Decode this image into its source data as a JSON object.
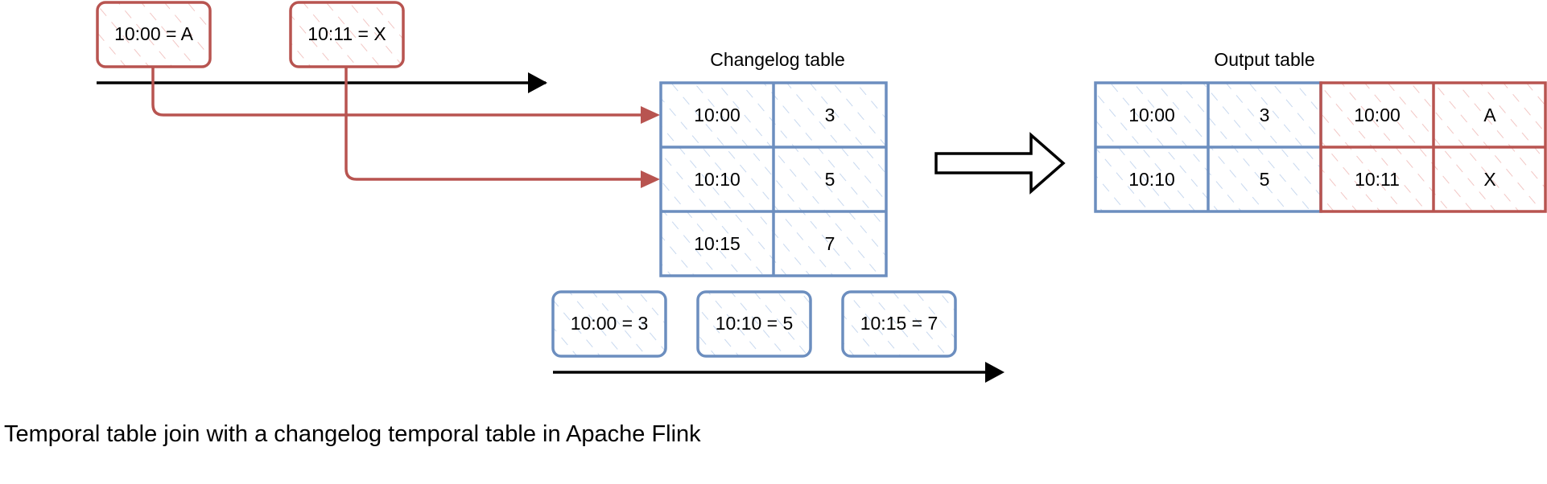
{
  "colors": {
    "blue_stroke": "#6c8ebf",
    "blue_hatch": "#c7d8ef",
    "red_stroke": "#b85450",
    "red_hatch": "#f2c6c4",
    "arrow": "#000000"
  },
  "top_events": [
    "10:00 = A",
    "10:11 = X"
  ],
  "changelog_table": {
    "title": "Changelog table",
    "rows": [
      [
        "10:00",
        "3"
      ],
      [
        "10:10",
        "5"
      ],
      [
        "10:15",
        "7"
      ]
    ]
  },
  "bottom_events": [
    "10:00 = 3",
    "10:10 = 5",
    "10:15 = 7"
  ],
  "output_table": {
    "title": "Output table",
    "rows": [
      [
        "10:00",
        "3",
        "10:00",
        "A"
      ],
      [
        "10:10",
        "5",
        "10:11",
        "X"
      ]
    ]
  },
  "caption": "Temporal table join with a changelog temporal table in Apache Flink"
}
